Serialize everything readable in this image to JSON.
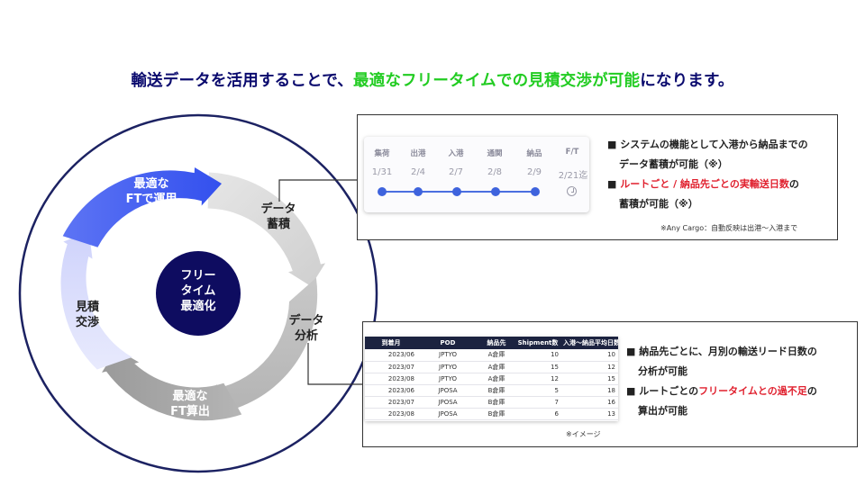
{
  "headline": {
    "part1": "輸送データを活用することで、",
    "part2": "最適なフリータイムでの見積交渉が可能",
    "part3": "になります。"
  },
  "cycle": {
    "center": [
      "フリー",
      "タイム",
      "最適化"
    ],
    "segments": {
      "accumulate": [
        "データ",
        "蓄積"
      ],
      "analyze": [
        "データ",
        "分析"
      ],
      "calculate": [
        "最適な",
        "FT算出"
      ],
      "negotiate": [
        "見積",
        "交渉"
      ],
      "operate": [
        "最適な",
        "FTで運用"
      ]
    }
  },
  "timeline": {
    "headers": [
      "集荷",
      "出港",
      "入港",
      "通関",
      "納品",
      "F/T"
    ],
    "dates": [
      "1/31",
      "2/4",
      "2/7",
      "2/8",
      "2/9",
      "2/21迄"
    ]
  },
  "panel_top": {
    "b1_line1": "システムの機能として入港から納品までの",
    "b1_line2": "データ蓄積が可能（※）",
    "b2_line1_red": "ルートごと / 納品先ごとの実輸送日数",
    "b2_line1_tail": "の",
    "b2_line2": "蓄積が可能（※）",
    "bullet_mark": "■",
    "note": "※Any Cargo：自動反映は出港～入港まで"
  },
  "table": {
    "headers": [
      "到着月",
      "POD",
      "納品先",
      "Shipment数",
      "入港～納品平均日数"
    ],
    "rows": [
      [
        "2023/06",
        "JPTYO",
        "A倉庫",
        "10",
        "10"
      ],
      [
        "2023/07",
        "JPTYO",
        "A倉庫",
        "15",
        "12"
      ],
      [
        "2023/08",
        "JPTYO",
        "A倉庫",
        "12",
        "15"
      ],
      [
        "2023/06",
        "JPOSA",
        "B倉庫",
        "5",
        "18"
      ],
      [
        "2023/07",
        "JPOSA",
        "B倉庫",
        "7",
        "16"
      ],
      [
        "2023/08",
        "JPOSA",
        "B倉庫",
        "6",
        "13"
      ]
    ],
    "note": "※イメージ"
  },
  "panel_bottom": {
    "bullet_mark": "■",
    "b1_line1": "納品先ごとに、月別の輸送リード日数の",
    "b1_line2": "分析が可能",
    "b2_line1_head": "ルートごとの",
    "b2_line1_red": "フリータイムとの過不足",
    "b2_line1_tail": "の",
    "b2_line2": "算出が可能"
  },
  "colors": {
    "navy": "#0a0a6e",
    "green": "#22cc22",
    "blue_arrow": "#3d57ee",
    "light_arrow": "#dcdffb",
    "gray_arrow": "#a5a5a5",
    "red": "#e0202e"
  }
}
